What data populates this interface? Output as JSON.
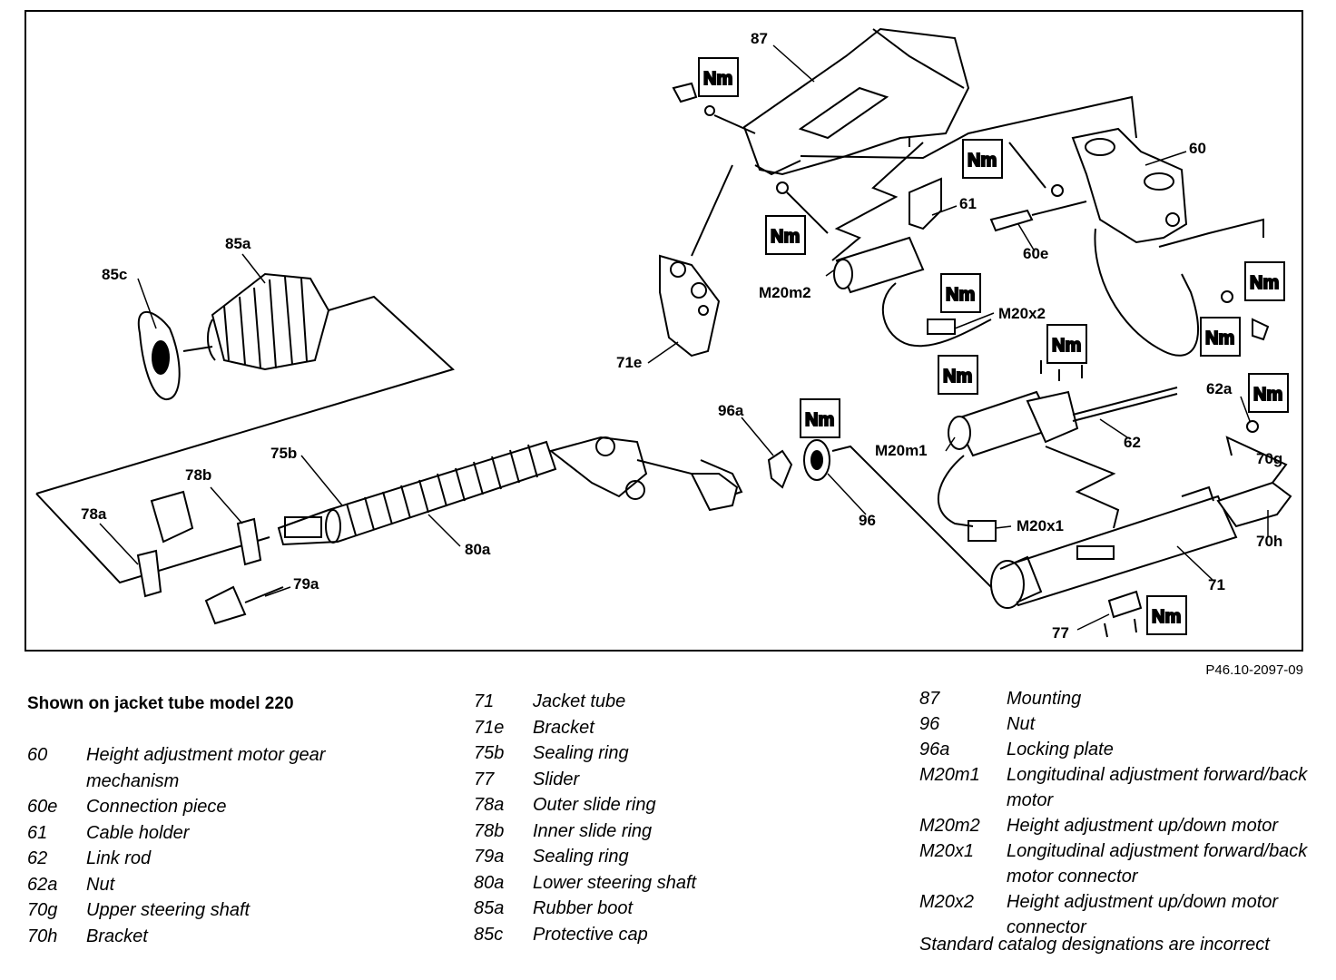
{
  "figure": {
    "code": "P46.10-2097-09",
    "torque_label": "Nm",
    "callouts": {
      "p87": "87",
      "p60": "60",
      "p61": "61",
      "p60e": "60e",
      "p85a": "85a",
      "p85c": "85c",
      "p71e": "71e",
      "m20m2": "M20m2",
      "m20x2": "M20x2",
      "p96a": "96a",
      "p75b": "75b",
      "p78b": "78b",
      "p78a": "78a",
      "p80a": "80a",
      "p79a": "79a",
      "p96": "96",
      "m20m1": "M20m1",
      "p62": "62",
      "p62a": "62a",
      "p70g": "70g",
      "m20x1": "M20x1",
      "p70h": "70h",
      "p71": "71",
      "p77": "77"
    }
  },
  "legend": {
    "heading": "Shown on jacket tube model 220",
    "col1": [
      {
        "code": "60",
        "desc": "Height adjustment motor gear mechanism"
      },
      {
        "code": "60e",
        "desc": "Connection piece"
      },
      {
        "code": "61",
        "desc": "Cable holder"
      },
      {
        "code": "62",
        "desc": "Link rod"
      },
      {
        "code": "62a",
        "desc": "Nut"
      },
      {
        "code": "70g",
        "desc": "Upper steering shaft"
      },
      {
        "code": "70h",
        "desc": "Bracket"
      }
    ],
    "col2": [
      {
        "code": "71",
        "desc": "Jacket tube"
      },
      {
        "code": "71e",
        "desc": "Bracket"
      },
      {
        "code": "75b",
        "desc": "Sealing ring"
      },
      {
        "code": "77",
        "desc": "Slider"
      },
      {
        "code": "78a",
        "desc": "Outer slide ring"
      },
      {
        "code": "78b",
        "desc": "Inner slide ring"
      },
      {
        "code": "79a",
        "desc": "Sealing ring"
      },
      {
        "code": "80a",
        "desc": "Lower steering shaft"
      },
      {
        "code": "85a",
        "desc": "Rubber boot"
      },
      {
        "code": "85c",
        "desc": "Protective cap"
      }
    ],
    "col3": [
      {
        "code": "87",
        "desc": "Mounting"
      },
      {
        "code": "96",
        "desc": "Nut"
      },
      {
        "code": "96a",
        "desc": "Locking plate"
      },
      {
        "code": "M20m1",
        "desc": "Longitudinal adjustment forward/back motor"
      },
      {
        "code": "M20m2",
        "desc": "Height adjustment up/down motor"
      },
      {
        "code": "M20x1",
        "desc": "Longitudinal adjustment forward/back motor connector"
      },
      {
        "code": "M20x2",
        "desc": "Height adjustment up/down motor connector"
      }
    ],
    "footnote": "Standard catalog designations are incorrect"
  }
}
